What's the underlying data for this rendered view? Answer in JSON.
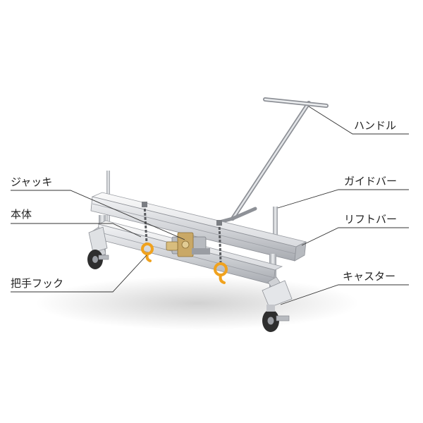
{
  "labels": {
    "handle": "ハンドル",
    "jack": "ジャッキ",
    "body": "本体",
    "guide_bar": "ガイドバー",
    "lift_bar": "リフトバー",
    "grip_hook": "把手フック",
    "caster": "キャスター"
  },
  "colors": {
    "aluminum_light": "#e6e7ea",
    "aluminum_mid": "#c4c6cb",
    "aluminum_dark": "#8e9197",
    "hook_orange": "#f0a21e",
    "jack_gold": "#c9a866",
    "chain": "#5a5c60",
    "wheel": "#2e2e2e",
    "label_text": "#222222",
    "leader_line": "#333333"
  }
}
